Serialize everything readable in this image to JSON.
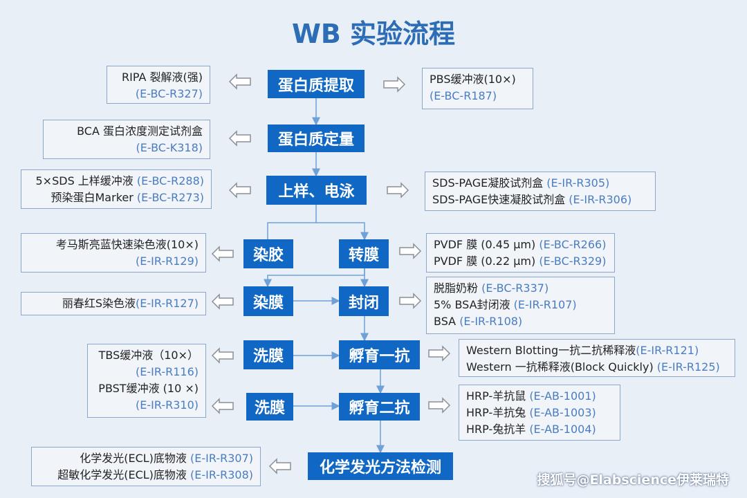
{
  "title": "WB 实验流程",
  "steps": {
    "extract": "蛋白质提取",
    "quant": "蛋白质定量",
    "load": "上样、电泳",
    "stain_gel": "染胶",
    "transfer": "转膜",
    "stain_membrane": "染膜",
    "block": "封闭",
    "wash1": "洗膜",
    "primary": "孵育一抗",
    "wash2": "洗膜",
    "secondary": "孵育二抗",
    "detect": "化学发光方法检测"
  },
  "boxes": {
    "ripa": {
      "lines": [
        {
          "text": "RIPA 裂解液(强)",
          "code": ""
        },
        {
          "text": "",
          "code": "(E-BC-R327)"
        }
      ]
    },
    "pbs": {
      "lines": [
        {
          "text": "PBS缓冲液(10×)",
          "code": ""
        },
        {
          "text": "",
          "code": "(E-BC-R187)"
        }
      ]
    },
    "bca": {
      "lines": [
        {
          "text": "BCA 蛋白浓度测定试剂盒",
          "code": ""
        },
        {
          "text": "",
          "code": "(E-BC-K318)"
        }
      ]
    },
    "sds_buffer": {
      "lines": [
        {
          "text": "5×SDS 上样缓冲液 ",
          "code": "(E-BC-R288)"
        },
        {
          "text": "预染蛋白Marker ",
          "code": "(E-BC-R273)"
        }
      ]
    },
    "sds_page": {
      "lines": [
        {
          "text": "SDS-PAGE凝胶试剂盒 ",
          "code": "(E-IR-R305)"
        },
        {
          "text": "SDS-PAGE快速凝胶试剂盒 ",
          "code": "(E-IR-R306)"
        }
      ]
    },
    "coomassie": {
      "lines": [
        {
          "text": "考马斯亮蓝快速染色液(10×)",
          "code": ""
        },
        {
          "text": "",
          "code": "(E-IR-R129)"
        }
      ]
    },
    "pvdf": {
      "lines": [
        {
          "text": "PVDF 膜 (0.45 μm) ",
          "code": "(E-BC-R266)"
        },
        {
          "text": "PVDF 膜 (0.22 μm) ",
          "code": "(E-BC-R329)"
        }
      ]
    },
    "ponceau": {
      "lines": [
        {
          "text": "丽春红S染色液",
          "code": "(E-IR-R127)"
        }
      ]
    },
    "blocking": {
      "lines": [
        {
          "text": "脱脂奶粉 ",
          "code": "(E-BC-R337)"
        },
        {
          "text": "5% BSA封闭液 ",
          "code": "(E-IR-R107)"
        },
        {
          "text": "BSA ",
          "code": "(E-IR-R108)"
        }
      ]
    },
    "wash_buffers": {
      "lines": [
        {
          "text": "TBS缓冲液（10×）",
          "code": ""
        },
        {
          "text": "",
          "code": "(E-IR-R116)"
        },
        {
          "text": "PBST缓冲液 (10 ×)",
          "code": ""
        },
        {
          "text": "",
          "code": "(E-IR-R310)"
        }
      ]
    },
    "western": {
      "lines": [
        {
          "text": "Western Blotting一抗二抗稀释液",
          "code": "(E-IR-R121)"
        },
        {
          "text": "Western 一抗稀释液(Block Quickly) ",
          "code": "(E-IR-R125)"
        }
      ]
    },
    "hrp": {
      "lines": [
        {
          "text": "HRP-羊抗鼠 ",
          "code": "(E-AB-1001)"
        },
        {
          "text": "HRP-羊抗兔 ",
          "code": "(E-AB-1003)"
        },
        {
          "text": "HRP-兔抗羊 ",
          "code": "(E-AB-1004)"
        }
      ]
    },
    "ecl": {
      "lines": [
        {
          "text": "化学发光(ECL)底物液 ",
          "code": "(E-IR-R307)"
        },
        {
          "text": "超敏化学发光(ECL)底物液 ",
          "code": "(E-IR-R308)"
        }
      ]
    }
  },
  "watermark": "搜狐号@Elabscience伊莱瑞特",
  "colors": {
    "step": "#1067c4",
    "title": "#2d6db5",
    "code": "#4a7cc0",
    "background": "#e8eff7"
  }
}
